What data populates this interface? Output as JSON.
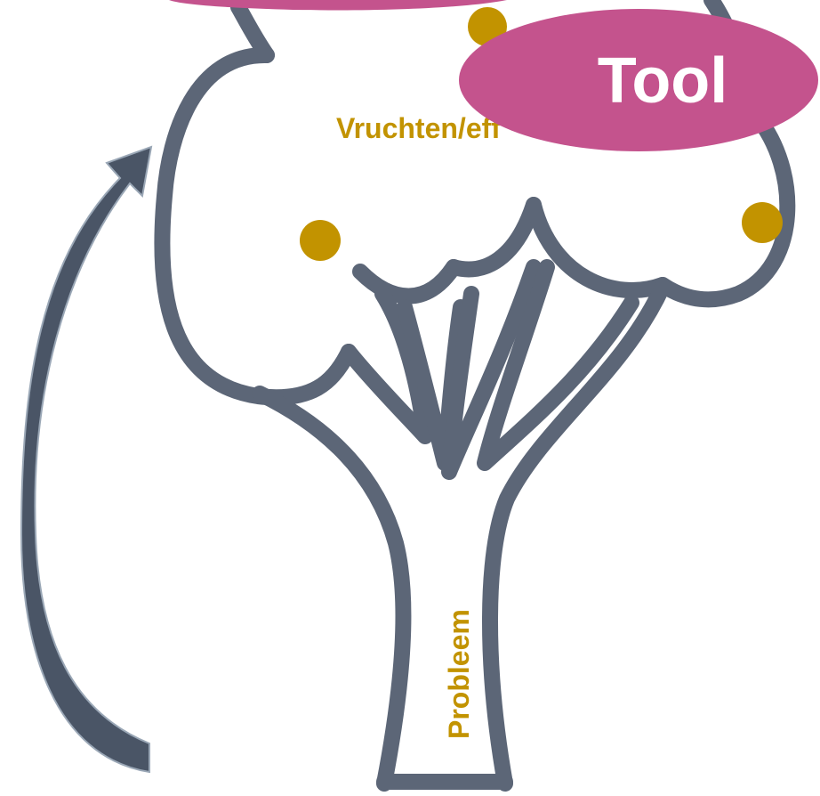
{
  "labels": {
    "fruits": "Vruchten/eff",
    "problem": "Probleem",
    "tool": "Tool"
  },
  "colors": {
    "outline": "#5c6677",
    "fruit": "#c29300",
    "label_text": "#c29300",
    "tool_bubble": "#c4538d",
    "tool_text": "#ffffff",
    "arrow": "#4a5566",
    "arrow_edge": "#9aa7b6"
  }
}
